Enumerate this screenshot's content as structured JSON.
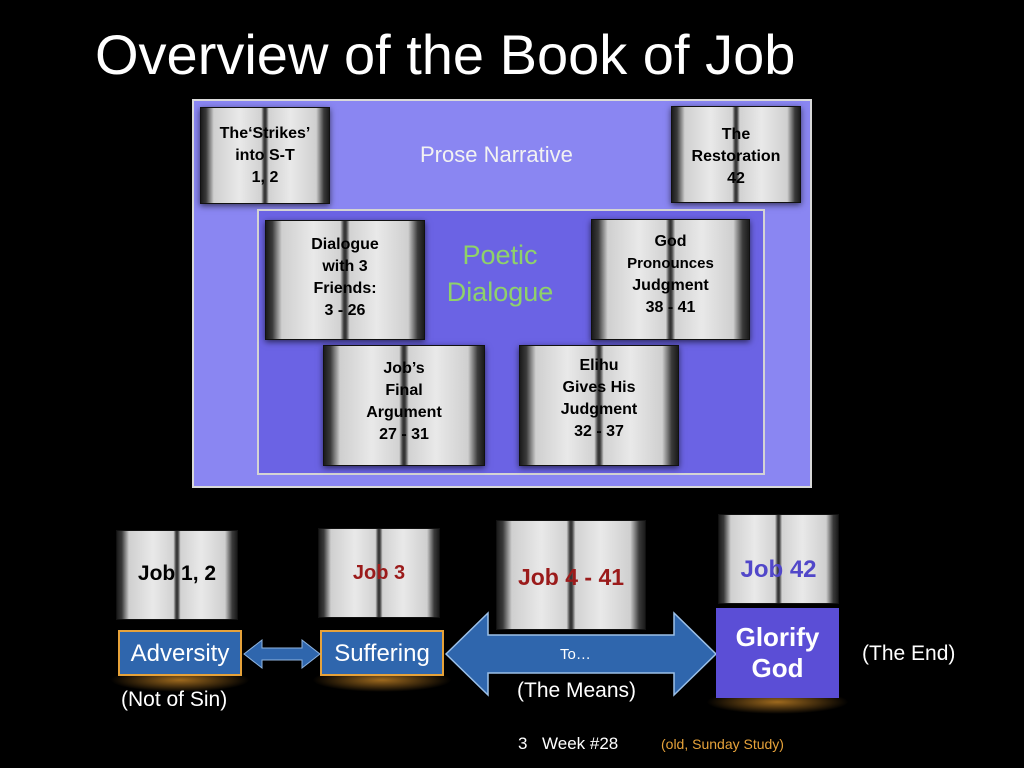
{
  "slide": {
    "title": "Overview of the Book of Job"
  },
  "diagram": {
    "prose_label": "Prose Narrative",
    "poetic_label_line1": "Poetic",
    "poetic_label_line2": "Dialogue",
    "books": [
      {
        "lines": [
          "The‘Strikes’",
          "into S-T",
          "1, 2"
        ]
      },
      {
        "lines": [
          "The",
          "Restoration",
          "42"
        ]
      },
      {
        "lines": [
          "Dialogue",
          "with 3",
          "Friends:",
          "3 - 26"
        ]
      },
      {
        "lines": [
          "God",
          "Pronounces",
          "Judgment",
          "38 - 41"
        ]
      },
      {
        "lines": [
          "Job’s",
          "Final",
          "Argument",
          "27 - 31"
        ]
      },
      {
        "lines": [
          "Elihu",
          "Gives His",
          "Judgment",
          "32 - 37"
        ]
      }
    ]
  },
  "timeline": {
    "books": [
      {
        "label": "Job 1, 2",
        "color": "#000000"
      },
      {
        "label": "Job 3",
        "color": "#9b1b1b"
      },
      {
        "label": "Job 4 - 41",
        "color": "#9b1b1b"
      },
      {
        "label": "Job 42",
        "color": "#5147c9"
      }
    ],
    "adversity": "Adversity",
    "suffering": "Suffering",
    "arrow_text": "To…",
    "glorify_line1": "Glorify",
    "glorify_line2": "God",
    "not_of_sin": "(Not of Sin)",
    "the_means": "(The Means)",
    "the_end": "(The End)"
  },
  "footer": {
    "slide_number": "3",
    "week": "Week #28",
    "note": "(old, Sunday Study)",
    "note_color": "#e6a23a"
  }
}
